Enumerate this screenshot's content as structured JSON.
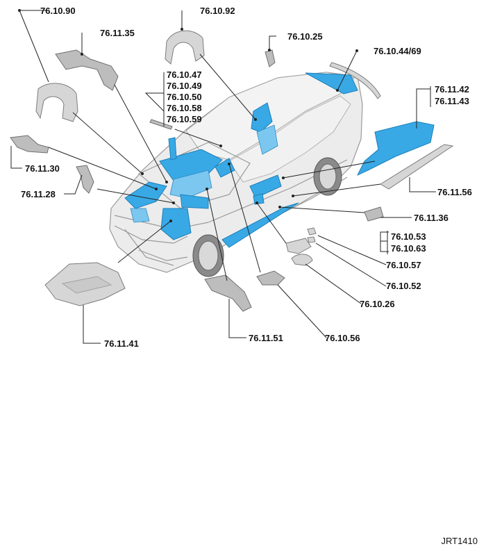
{
  "diagram": {
    "reference_code": "JRT1410",
    "labels": {
      "l_76_10_90": "76.10.90",
      "l_76_11_35": "76.11.35",
      "l_76_10_92": "76.10.92",
      "l_76_10_25": "76.10.25",
      "l_76_10_44": "76.10.44/69",
      "l_76_10_47": "76.10.47",
      "l_76_10_49": "76.10.49",
      "l_76_10_50": "76.10.50",
      "l_76_10_58": "76.10.58",
      "l_76_10_59": "76.10.59",
      "l_76_11_42": "76.11.42",
      "l_76_11_43": "76.11.43",
      "l_76_11_30": "76.11.30",
      "l_76_11_28": "76.11.28",
      "l_76_11_56": "76.11.56",
      "l_76_11_36": "76.11.36",
      "l_76_10_53": "76.10.53",
      "l_76_10_63": "76.10.63",
      "l_76_10_57": "76.10.57",
      "l_76_10_52": "76.10.52",
      "l_76_10_26": "76.10.26",
      "l_76_11_41": "76.11.41",
      "l_76_11_51": "76.11.51",
      "l_76_10_56": "76.10.56"
    }
  },
  "colors": {
    "highlight": "#39a9e6",
    "highlight_stroke": "#1c7fb8",
    "part_gray": "#d6d6d6",
    "leader": "#222222"
  }
}
